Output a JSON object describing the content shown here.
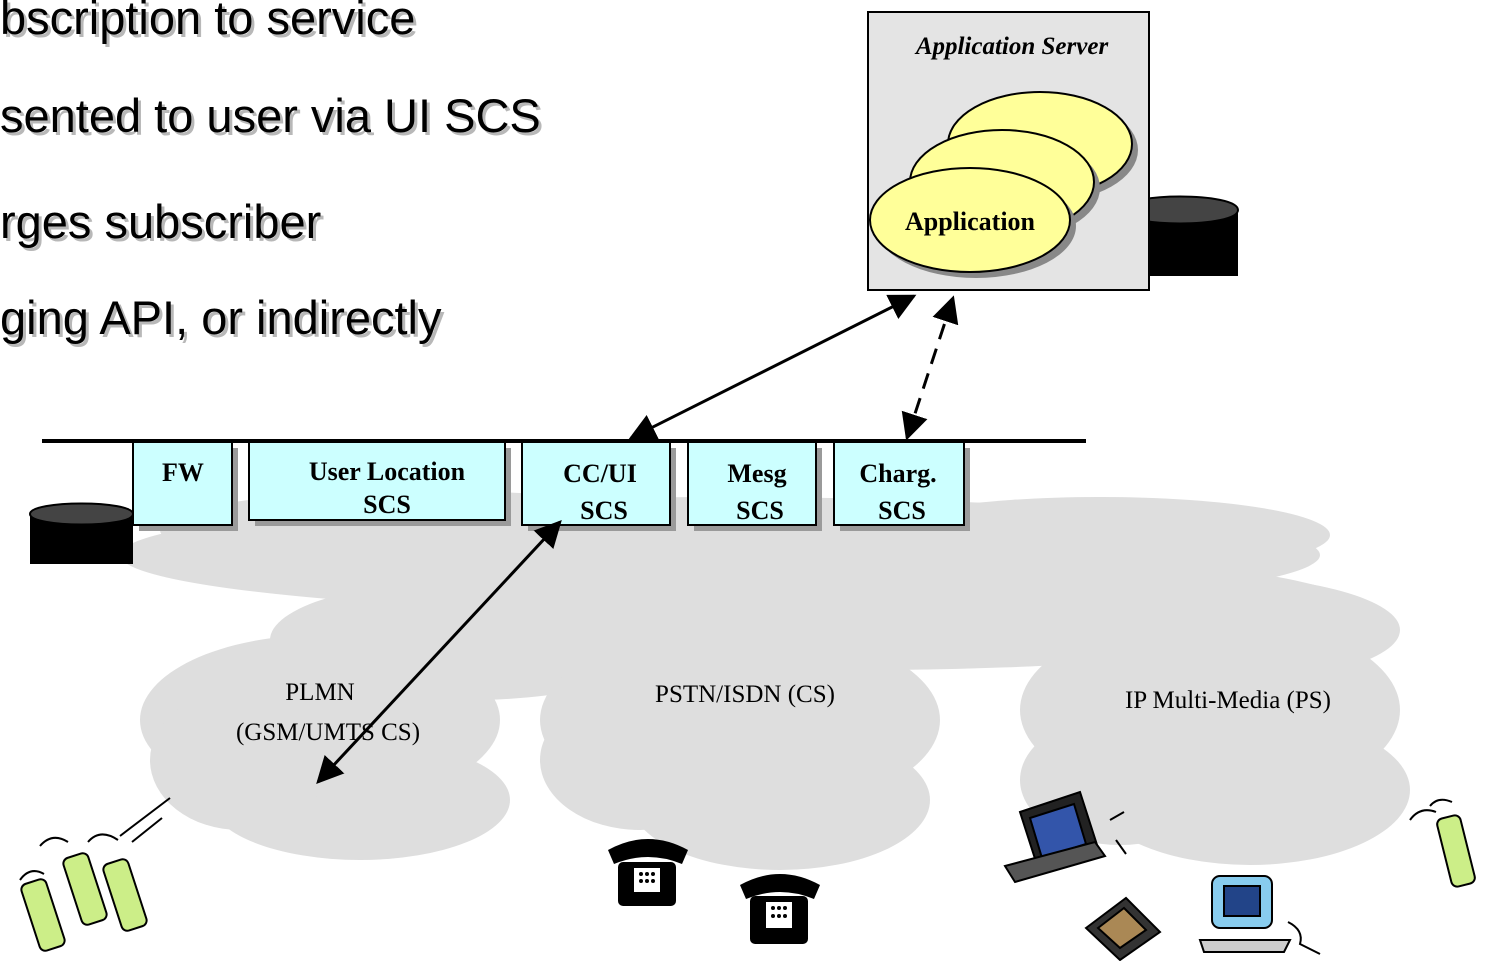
{
  "bullets": [
    "bscription to service",
    "sented to user via UI SCS",
    "rges subscriber",
    "ging API, or indirectly"
  ],
  "app_server": {
    "title": "Application Server",
    "app_label": "Application"
  },
  "scs_boxes": [
    {
      "lines": [
        "FW"
      ]
    },
    {
      "lines": [
        "User Location",
        "SCS"
      ]
    },
    {
      "lines": [
        "CC/UI",
        "SCS"
      ]
    },
    {
      "lines": [
        "Mesg",
        "SCS"
      ]
    },
    {
      "lines": [
        "Charg.",
        "SCS"
      ]
    }
  ],
  "networks": {
    "plmn": [
      "PLMN",
      "(GSM/UMTS CS)"
    ],
    "pstn": "PSTN/ISDN (CS)",
    "ip": "IP Multi-Media (PS)"
  },
  "colors": {
    "scs_fill": "#ccffff",
    "app_fill": "#ffff99",
    "server_fill": "#e4e4e4",
    "cloud": "#dedede",
    "shadow": "#9a9a9a"
  }
}
